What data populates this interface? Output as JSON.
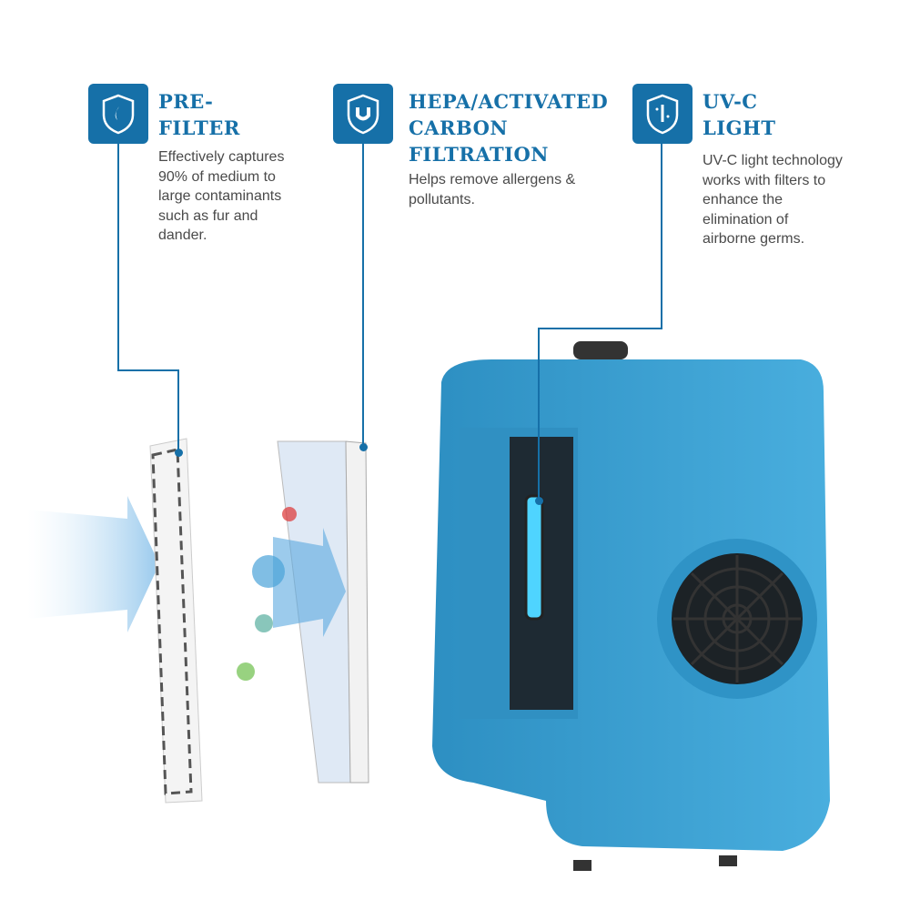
{
  "features": [
    {
      "icon": "shield-flame-icon",
      "title_line1": "PRE-",
      "title_line2": "FILTER",
      "title_line3": "",
      "description_lines": [
        "Effectively captures",
        "90% of medium to",
        "large contaminants",
        "such as fur and",
        "dander."
      ]
    },
    {
      "icon": "shield-magnet-icon",
      "title_line1": "HEPA/ACTIVATED",
      "title_line2": "CARBON",
      "title_line3": "FILTRATION",
      "description_lines": [
        "Helps remove allergens &",
        "pollutants."
      ]
    },
    {
      "icon": "shield-uv-icon",
      "title_line1": "UV-C",
      "title_line2": "LIGHT",
      "title_line3": "",
      "description_lines": [
        "UV-C light technology",
        "works with filters to",
        "enhance the",
        "elimination of",
        "airborne germs."
      ]
    }
  ],
  "colors": {
    "brand_blue": "#1670a8",
    "device_blue": "#3ba3d4",
    "text_gray": "#4a4a4a"
  }
}
